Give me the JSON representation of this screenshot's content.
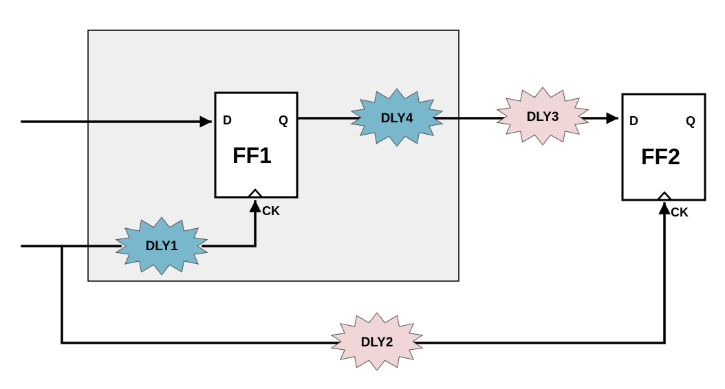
{
  "ff1": {
    "title": "FF1",
    "d": "D",
    "q": "Q",
    "ck": "CK"
  },
  "ff2": {
    "title": "FF2",
    "d": "D",
    "q": "Q",
    "ck": "CK"
  },
  "delays": {
    "dly1": {
      "label": "DLY1",
      "fill": "#79b8cc"
    },
    "dly2": {
      "label": "DLY2",
      "fill": "#f0d6d6"
    },
    "dly3": {
      "label": "DLY3",
      "fill": "#f0d6d6"
    },
    "dly4": {
      "label": "DLY4",
      "fill": "#79b8cc"
    }
  },
  "colors": {
    "region_fill": "#efefef",
    "wire": "#000000"
  }
}
